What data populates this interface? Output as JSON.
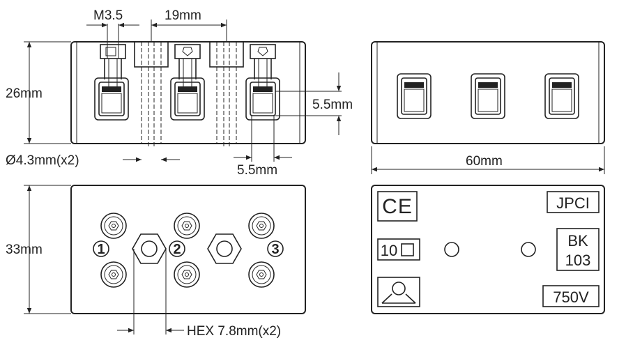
{
  "dimensions": {
    "screw_size": "M3.5",
    "pitch": "19mm",
    "height_front": "26mm",
    "clamp_width": "5.5mm",
    "clamp_height": "5.5mm",
    "hole_diameter": "Ø4.3mm(x2)",
    "length": "60mm",
    "depth": "33mm",
    "hex": "HEX 7.8mm(x2)"
  },
  "terminals": [
    "1",
    "2",
    "3"
  ],
  "markings": {
    "ce": "CE",
    "brand": "JPCI",
    "rating_box": "10",
    "model_line1": "BK",
    "model_line2": "103",
    "voltage": "750V"
  }
}
